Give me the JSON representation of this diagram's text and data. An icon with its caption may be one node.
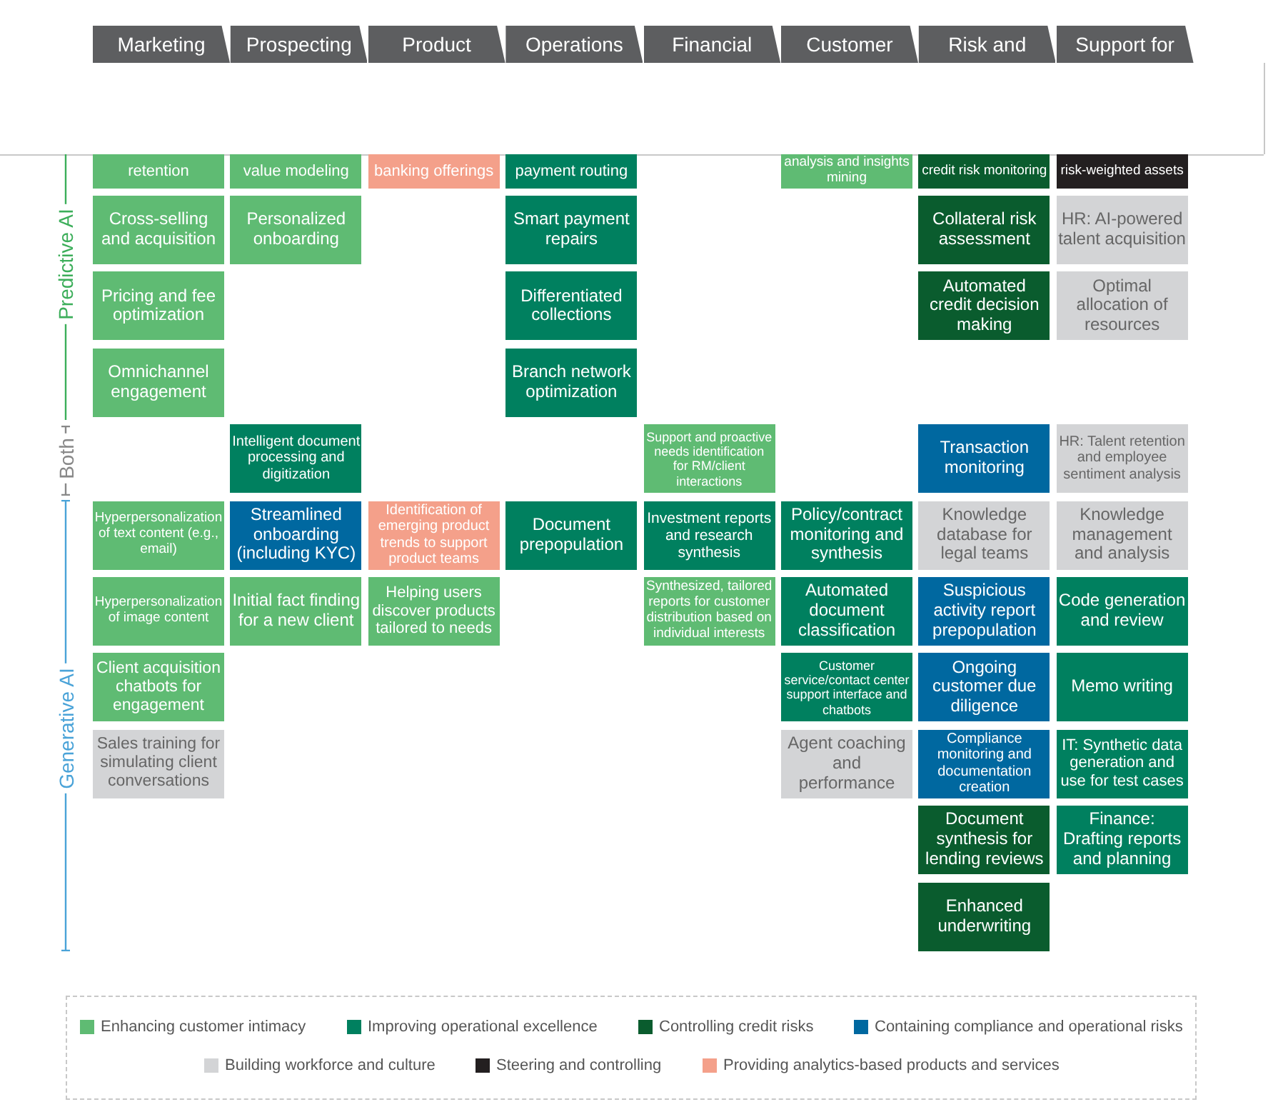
{
  "diagram": {
    "nodes": [
      {
        "text": [
          "Marketing"
        ]
      },
      {
        "text": [
          "Prospecting"
        ]
      },
      {
        "text": [
          "Product"
        ]
      },
      {
        "text": [
          "Operations"
        ]
      },
      {
        "text": [
          "Financial"
        ]
      },
      {
        "text": [
          "Customer"
        ]
      },
      {
        "text": [
          "Risk and"
        ]
      },
      {
        "text": [
          "Support for"
        ]
      },
      {
        "text": [
          "retention"
        ]
      },
      {
        "text": [
          "value modeling"
        ]
      },
      {
        "text": [
          "banking offerings"
        ]
      },
      {
        "text": [
          "payment routing"
        ]
      },
      {
        "text": [
          "analysis and insights mining"
        ]
      },
      {
        "text": [
          "credit risk monitoring"
        ]
      },
      {
        "text": [
          "risk-weighted assets"
        ]
      },
      {
        "text": [
          "Cross-selling and acquisition"
        ]
      },
      {
        "text": [
          "Personalized onboarding"
        ]
      },
      {
        "text": [
          "Smart payment repairs"
        ]
      },
      {
        "text": [
          "Collateral risk assessment"
        ]
      },
      {
        "text": [
          "HR: AI-powered talent acquisition"
        ]
      },
      {
        "text": [
          "Pricing and fee optimization"
        ]
      },
      {
        "text": [
          "Differentiated collections"
        ]
      },
      {
        "text": [
          "Automated credit decision making"
        ]
      },
      {
        "text": [
          "Optimal allocation of resources"
        ]
      },
      {
        "text": [
          "Omnichannel engagement"
        ]
      },
      {
        "text": [
          "Branch network optimization"
        ]
      },
      {
        "text": [
          "Intelligent document processing and digitization"
        ]
      },
      {
        "text": [
          "Support and proactive needs identification for RM/client interactions"
        ]
      },
      {
        "text": [
          "Transaction monitoring"
        ]
      },
      {
        "text": [
          "HR: Talent retention and employee sentiment analysis"
        ]
      },
      {
        "text": [
          "Hyperpersonalization of text content (e.g., email)"
        ]
      },
      {
        "text": [
          "Streamlined onboarding (including KYC)"
        ]
      },
      {
        "text": [
          "Identification of emerging product trends to support product teams"
        ]
      },
      {
        "text": [
          "Document prepopulation"
        ]
      },
      {
        "text": [
          "Investment reports and research synthesis"
        ]
      },
      {
        "text": [
          "Policy/contract monitoring and synthesis"
        ]
      },
      {
        "text": [
          "Knowledge database for legal teams"
        ]
      },
      {
        "text": [
          "Knowledge management and analysis"
        ]
      },
      {
        "text": [
          "Hyperpersonalization of image content"
        ]
      },
      {
        "text": [
          "Initial fact finding for a new client"
        ]
      },
      {
        "text": [
          "Helping users discover products tailored to needs"
        ]
      },
      {
        "text": [
          "Synthesized, tailored reports for customer distribution based on individual interests"
        ]
      },
      {
        "text": [
          "Automated document classification"
        ]
      },
      {
        "text": [
          "Suspicious activity report prepopulation"
        ]
      },
      {
        "text": [
          "Code generation and review"
        ]
      },
      {
        "text": [
          "Client acquisition chatbots for engagement"
        ]
      },
      {
        "text": [
          "Customer service/contact center support interface and chatbots"
        ]
      },
      {
        "text": [
          "Ongoing customer due diligence"
        ]
      },
      {
        "text": [
          "Memo writing"
        ]
      },
      {
        "text": [
          "Sales training for simulating client conversations"
        ]
      },
      {
        "text": [
          "Agent coaching and performance"
        ]
      },
      {
        "text": [
          "Compliance monitoring and documentation creation"
        ]
      },
      {
        "text": [
          "IT: Synthetic data generation and use for test cases"
        ]
      },
      {
        "text": [
          "Document synthesis for lending reviews"
        ]
      },
      {
        "text": [
          "Finance: Drafting reports and planning"
        ]
      },
      {
        "text": [
          "Enhanced underwriting"
        ]
      }
    ],
    "edges": [],
    "labels": [
      "Predictive AI",
      "Both",
      "Generative AI"
    ],
    "legend": [
      {
        "text": "Enhancing customer intimacy",
        "color": "#5fbb73"
      },
      {
        "text": "Improving operational excellence",
        "color": "#00805f"
      },
      {
        "text": "Controlling credit risks",
        "color": "#0a5c2e"
      },
      {
        "text": "Containing compliance and operational risks",
        "color": "#0068a0"
      },
      {
        "text": "Building workforce and culture",
        "color": "#d3d4d6"
      },
      {
        "text": "Steering and controlling",
        "color": "#231f20"
      },
      {
        "text": "Providing analytics-based products and services",
        "color": "#f4a08a"
      }
    ]
  }
}
